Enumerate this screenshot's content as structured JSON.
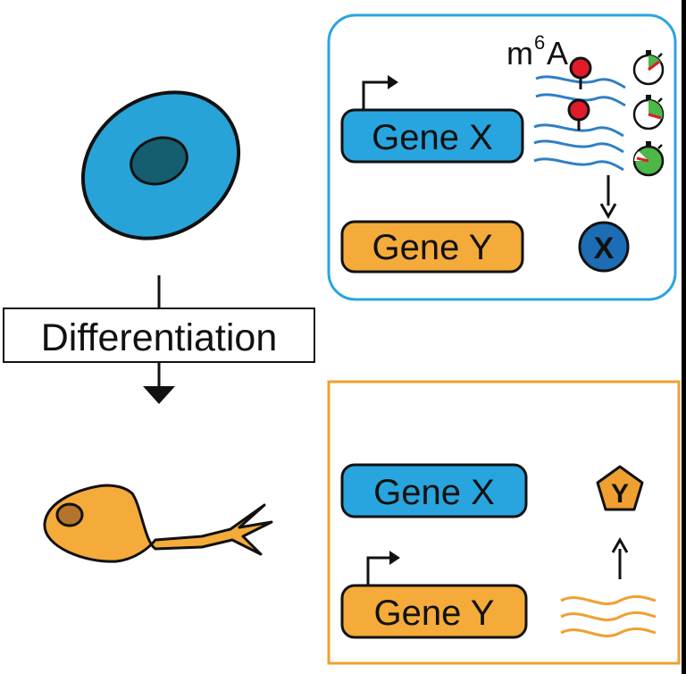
{
  "labels": {
    "differentiation": "Differentiation",
    "m6a_base": "m",
    "m6a_sup": "6",
    "m6a_tail": "A",
    "gene_x": "Gene X",
    "gene_y": "Gene Y",
    "protein_x": "X",
    "protein_y": "Y"
  },
  "colors": {
    "stem_cell_fill": "#27a3d8",
    "stem_nucleus": "#155e6f",
    "neuron_fill": "#f4ab3a",
    "neuron_nucleus": "#b5742b",
    "top_panel_border": "#28a5df",
    "bottom_panel_border": "#f0a030",
    "gene_x_fill": "#28a5df",
    "gene_y_fill": "#f4ab3a",
    "mrna_x": "#2f7fc4",
    "mrna_y": "#f0a030",
    "m6a_mark": "#e01b2a",
    "protein_x_fill": "#1d6db5",
    "protein_y_fill": "#f0a030",
    "timer_green": "#4db848",
    "timer_red": "#e01b2a"
  },
  "icons": [
    "stem-cell-icon",
    "neuron-cell-icon",
    "transcription-arrow-icon",
    "m6a-mark-icon",
    "stopwatch-icon",
    "protein-x-icon",
    "protein-y-icon"
  ]
}
